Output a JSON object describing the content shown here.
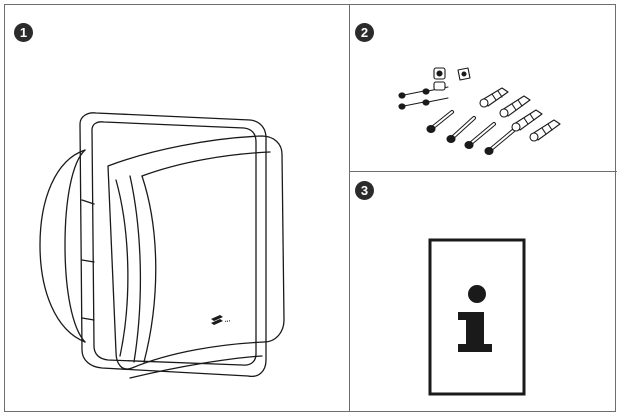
{
  "panels": [
    {
      "number": "1",
      "content": "fan-unit"
    },
    {
      "number": "2",
      "content": "screws-and-wall-plugs"
    },
    {
      "number": "3",
      "content": "information-symbol"
    }
  ],
  "product": {
    "logo_text": "..."
  },
  "info_glyph": "i",
  "colors": {
    "line": "#6d6e71",
    "ink": "#1a1a1a",
    "badge": "#2b2b2b"
  }
}
